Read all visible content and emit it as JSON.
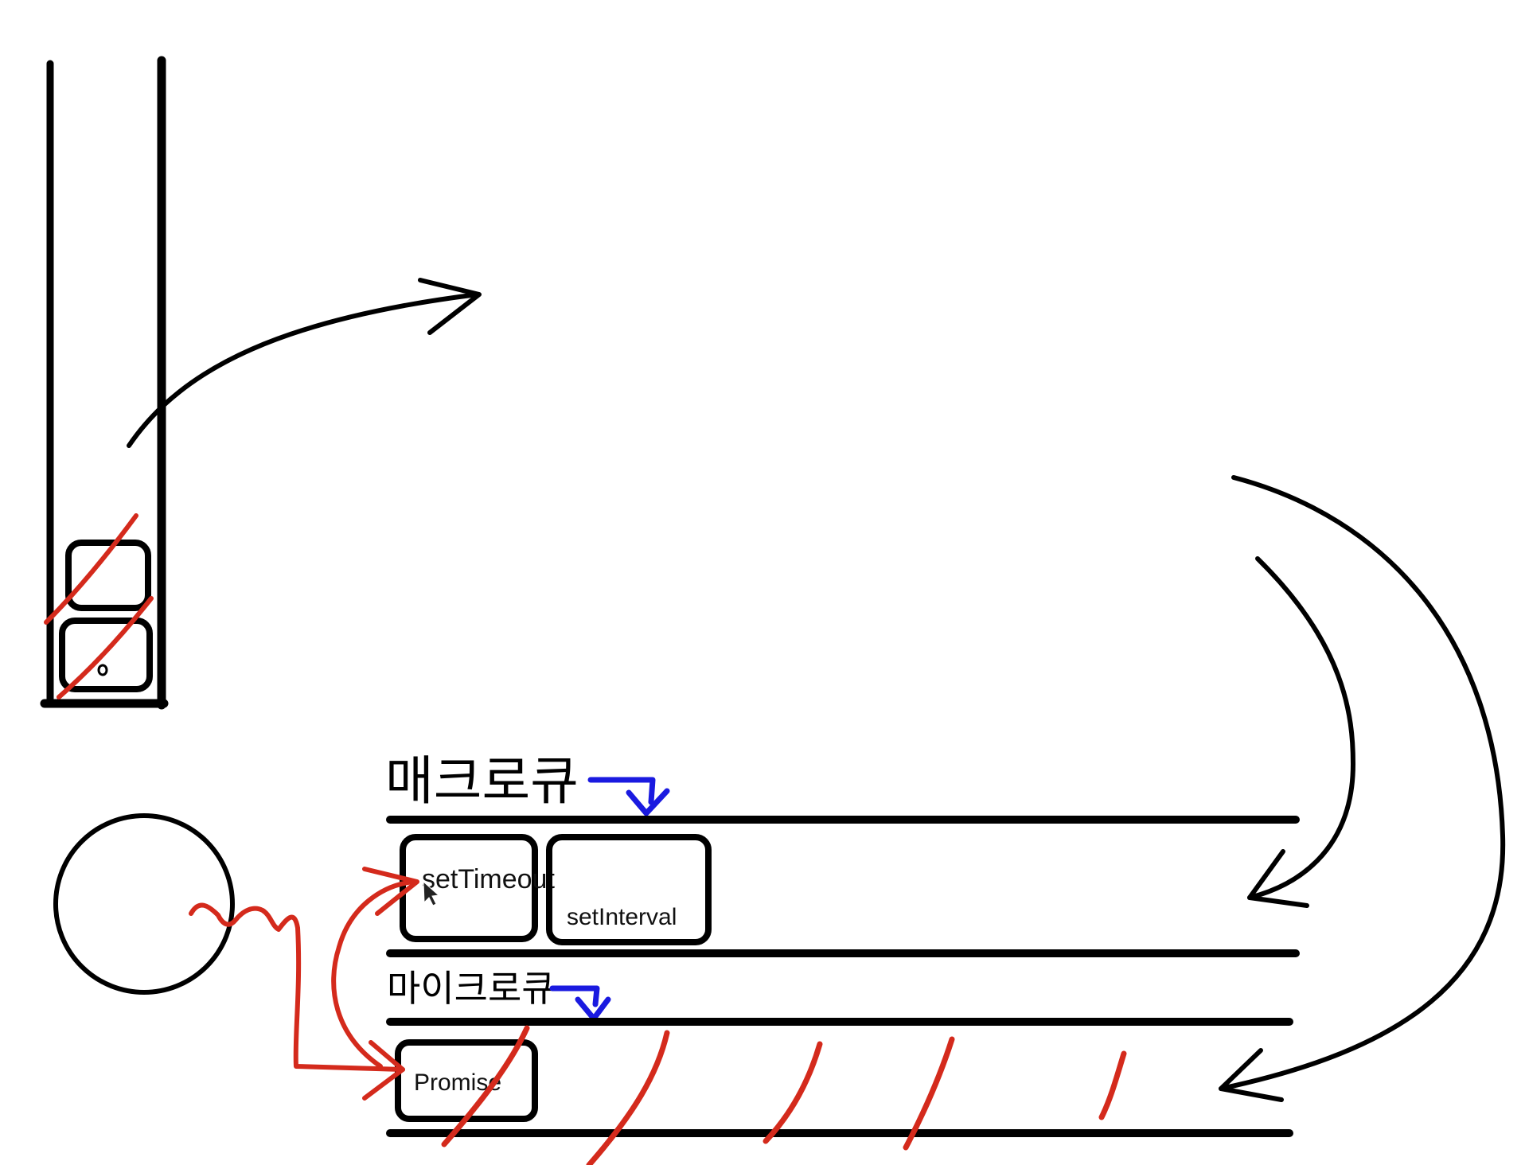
{
  "macro_queue": {
    "title": "매크로큐",
    "tasks": [
      "setTimeout",
      "setInterval"
    ]
  },
  "micro_queue": {
    "title": "마이크로큐",
    "tasks": [
      "Promise"
    ]
  },
  "colors": {
    "ink": "#000000",
    "red_marks": "#d42a1c",
    "blue_marks": "#1a1ae0"
  }
}
